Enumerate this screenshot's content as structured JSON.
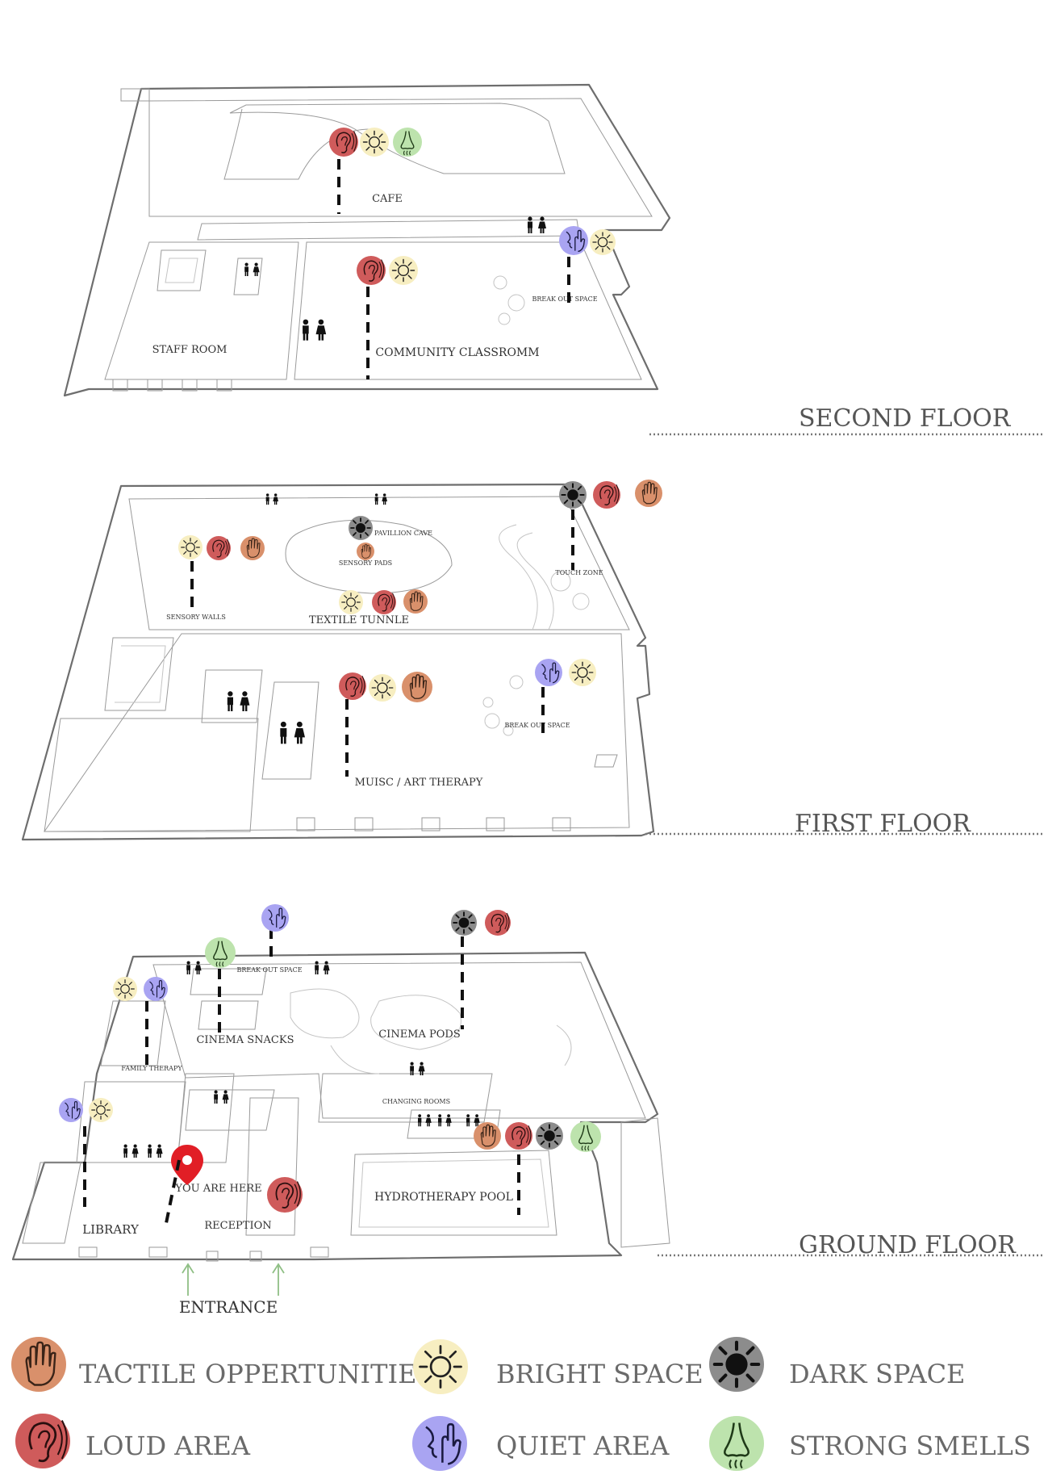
{
  "floors": {
    "second": {
      "title": "SECOND FLOOR",
      "rooms": {
        "cafe": "CAFE",
        "staff_room": "STAFF ROOM",
        "community_classroom": "COMMUNITY CLASSROMM",
        "break_out_space": "BREAK OUT SPACE"
      }
    },
    "first": {
      "title": "FIRST FLOOR",
      "rooms": {
        "pavillion_cave": "PAVILLION CAVE",
        "sensory_pads": "SENSORY PADS",
        "touch_zone": "TOUCH ZONE",
        "sensory_walls": "SENSORY WALLS",
        "textile_tunnle": "TEXTILE TUNNLE",
        "break_out_space": "BREAK OUT SPACE",
        "music_art_therapy": "MUISC / ART THERAPY"
      }
    },
    "ground": {
      "title": "GROUND FLOOR",
      "rooms": {
        "break_out_space": "BREAK OUT SPACE",
        "cinema_snacks": "CINEMA SNACKS",
        "cinema_pods": "CINEMA PODS",
        "family_therapy": "FAMILY THERAPY",
        "changing_rooms": "CHANGING ROOMS",
        "you_are_here": "YOU ARE HERE",
        "hydrotherapy_pool": "HYDROTHERAPY POOL",
        "library": "LIBRARY",
        "reception": "RECEPTION",
        "entrance": "ENTRANCE"
      }
    }
  },
  "legend": [
    {
      "key": "tactile",
      "label": "TACTILE OPPERTUNITIES",
      "icon": "hand-icon"
    },
    {
      "key": "bright",
      "label": "BRIGHT SPACE",
      "icon": "sun-icon"
    },
    {
      "key": "dark",
      "label": "DARK SPACE",
      "icon": "dark-sun-icon"
    },
    {
      "key": "loud",
      "label": "LOUD AREA",
      "icon": "ear-icon"
    },
    {
      "key": "quiet",
      "label": "QUIET AREA",
      "icon": "shush-icon"
    },
    {
      "key": "smell",
      "label": "STRONG SMELLS",
      "icon": "nose-icon"
    }
  ],
  "colors": {
    "tactile": "#d9906b",
    "bright": "#f7eec1",
    "dark": "#8c8c8c",
    "loud": "#cf5b5b",
    "quiet": "#a9a4f2",
    "smell": "#bde3ad",
    "pin": "#e11e26",
    "entrance_arrow": "#8fbf85"
  }
}
